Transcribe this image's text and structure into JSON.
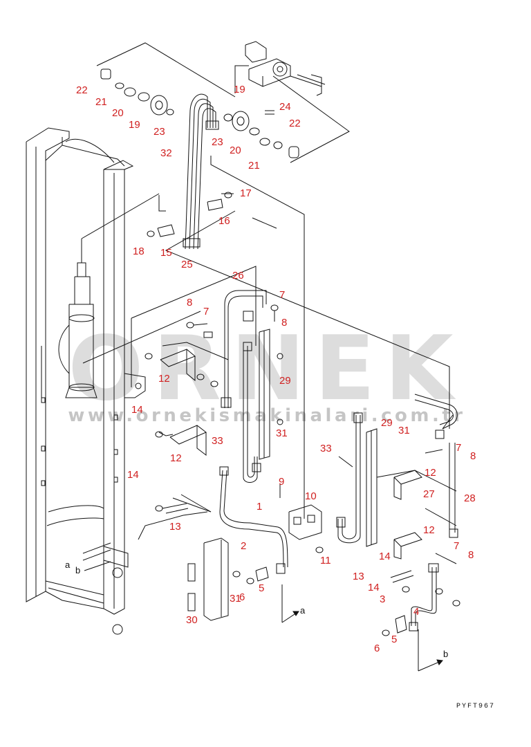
{
  "diagram": {
    "drawing_code": "PYFT967",
    "watermark": {
      "word": "ORNEK",
      "url": "www.ornekismakinalari.com.tr"
    },
    "part_labels": [
      {
        "id": "p22a",
        "text": "22"
      },
      {
        "id": "p21a",
        "text": "21"
      },
      {
        "id": "p20a",
        "text": "20"
      },
      {
        "id": "p19a",
        "text": "19"
      },
      {
        "id": "p23a",
        "text": "23"
      },
      {
        "id": "p19b",
        "text": "19"
      },
      {
        "id": "p24",
        "text": "24"
      },
      {
        "id": "p22b",
        "text": "22"
      },
      {
        "id": "p23b",
        "text": "23"
      },
      {
        "id": "p20b",
        "text": "20"
      },
      {
        "id": "p21b",
        "text": "21"
      },
      {
        "id": "p32",
        "text": "32"
      },
      {
        "id": "p17",
        "text": "17"
      },
      {
        "id": "p16",
        "text": "16"
      },
      {
        "id": "p18",
        "text": "18"
      },
      {
        "id": "p15",
        "text": "15"
      },
      {
        "id": "p25",
        "text": "25"
      },
      {
        "id": "p26",
        "text": "26"
      },
      {
        "id": "p7a",
        "text": "7"
      },
      {
        "id": "p8a",
        "text": "8"
      },
      {
        "id": "p7b",
        "text": "7"
      },
      {
        "id": "p8b",
        "text": "8"
      },
      {
        "id": "p12a",
        "text": "12"
      },
      {
        "id": "p29a",
        "text": "29"
      },
      {
        "id": "p14a",
        "text": "14"
      },
      {
        "id": "p33a",
        "text": "33"
      },
      {
        "id": "p31a",
        "text": "31"
      },
      {
        "id": "p12b",
        "text": "12"
      },
      {
        "id": "p29b",
        "text": "29"
      },
      {
        "id": "p31b",
        "text": "31"
      },
      {
        "id": "p33b",
        "text": "33"
      },
      {
        "id": "p7c",
        "text": "7"
      },
      {
        "id": "p8c",
        "text": "8"
      },
      {
        "id": "p12c",
        "text": "12"
      },
      {
        "id": "p27",
        "text": "27"
      },
      {
        "id": "p28",
        "text": "28"
      },
      {
        "id": "p14b",
        "text": "14"
      },
      {
        "id": "p9",
        "text": "9"
      },
      {
        "id": "p10",
        "text": "10"
      },
      {
        "id": "p1",
        "text": "1"
      },
      {
        "id": "p13a",
        "text": "13"
      },
      {
        "id": "p2",
        "text": "2"
      },
      {
        "id": "p11",
        "text": "11"
      },
      {
        "id": "p12d",
        "text": "12"
      },
      {
        "id": "p7d",
        "text": "7"
      },
      {
        "id": "p8d",
        "text": "8"
      },
      {
        "id": "p14c",
        "text": "14"
      },
      {
        "id": "p13b",
        "text": "13"
      },
      {
        "id": "p14d",
        "text": "14"
      },
      {
        "id": "p3",
        "text": "3"
      },
      {
        "id": "p4",
        "text": "4"
      },
      {
        "id": "p5a",
        "text": "5"
      },
      {
        "id": "p31c",
        "text": "31"
      },
      {
        "id": "p6a",
        "text": "6"
      },
      {
        "id": "p30",
        "text": "30"
      },
      {
        "id": "p5b",
        "text": "5"
      },
      {
        "id": "p6b",
        "text": "6"
      }
    ],
    "letter_labels": [
      {
        "id": "la1",
        "text": "a"
      },
      {
        "id": "lb1",
        "text": "b"
      },
      {
        "id": "la2",
        "text": "a"
      },
      {
        "id": "lb2",
        "text": "b"
      }
    ]
  }
}
